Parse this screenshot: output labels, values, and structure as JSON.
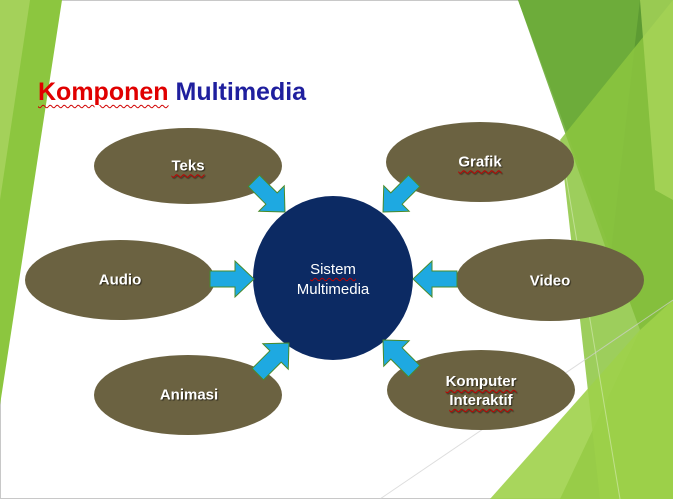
{
  "title": {
    "part1": "Komponen",
    "part2": "Multimedia"
  },
  "center": {
    "line1": "Sistem",
    "line2": "Multimedia"
  },
  "nodes": {
    "teks": "Teks",
    "grafik": "Grafik",
    "audio": "Audio",
    "video": "Video",
    "animasi": "Animasi",
    "komputer_line1": "Komputer",
    "komputer_line2": "Interaktif"
  },
  "colors": {
    "ellipse_fill": "#6b6241",
    "center_fill": "#0c2a63",
    "arrow_fill": "#1ea9e1",
    "title_red": "#e00000",
    "title_blue": "#1f1f9e",
    "green_light": "#9ccb3b",
    "green_dark": "#5c9a2e"
  }
}
